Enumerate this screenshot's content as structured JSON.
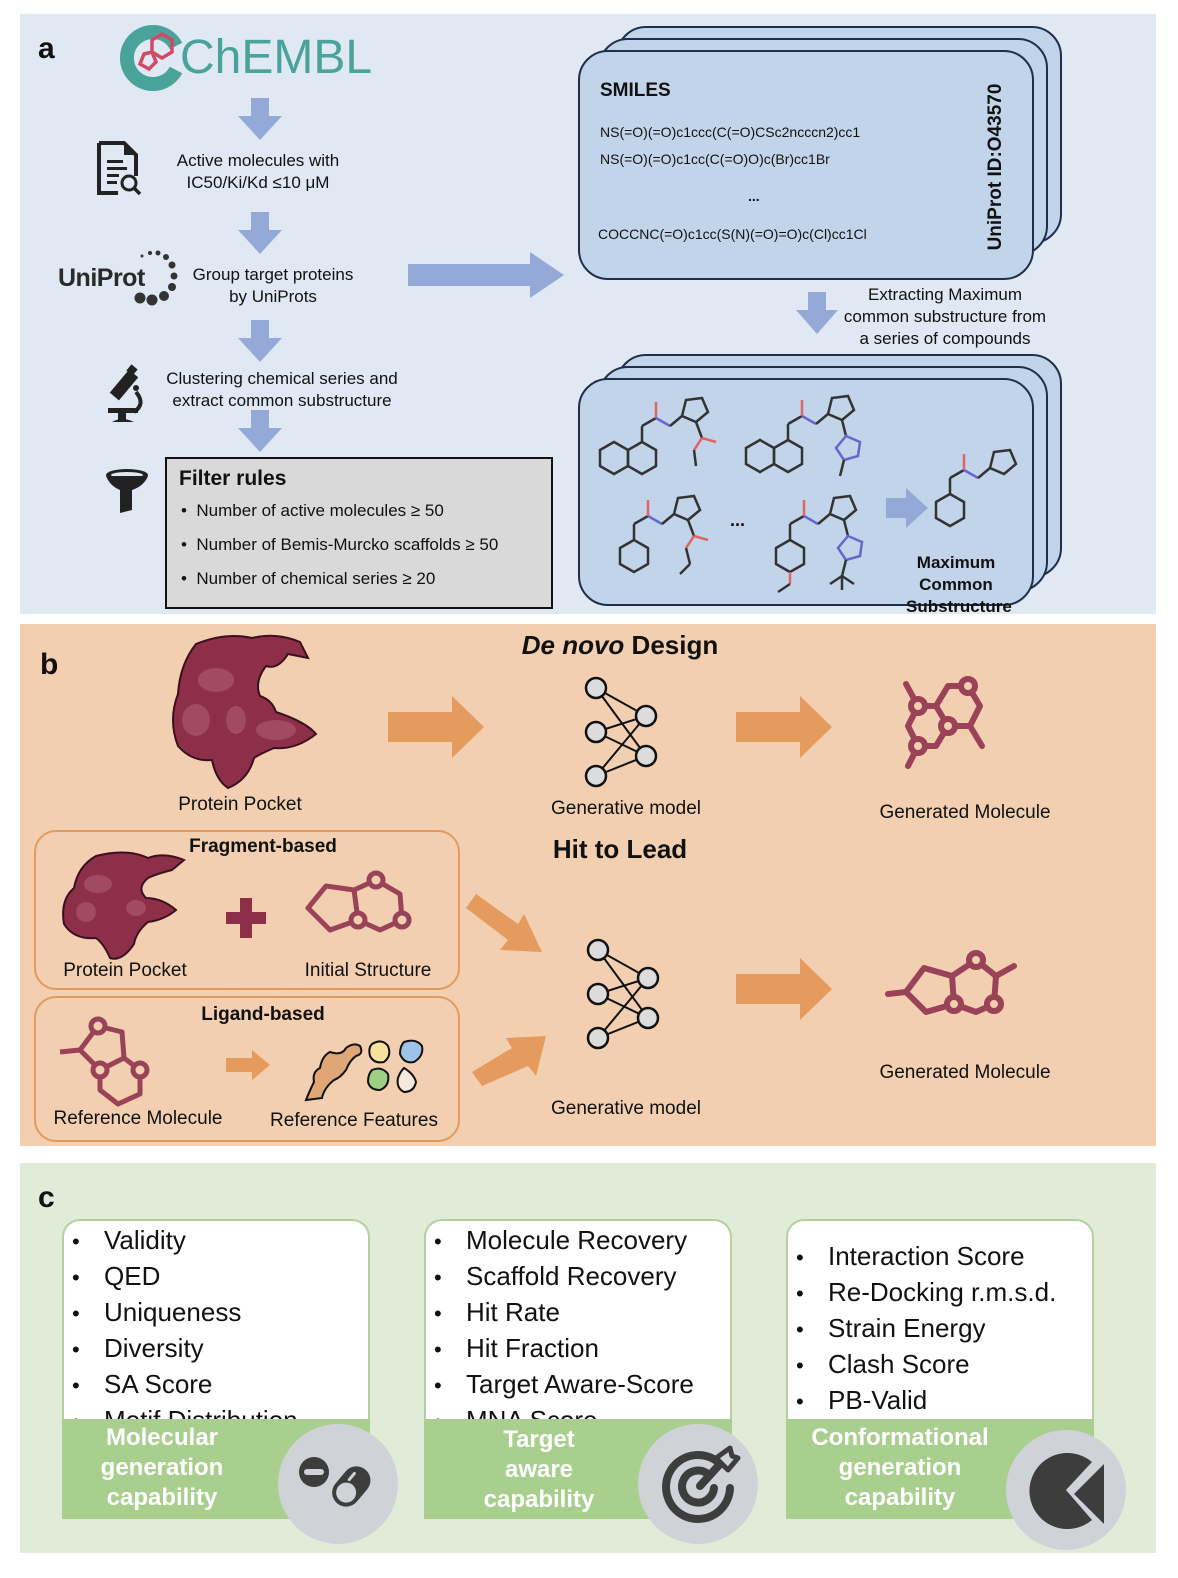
{
  "panel_a": {
    "letter": "a",
    "chembl_logo": "ChEMBL",
    "step_active": "Active molecules with\nIC50/Ki/Kd ≤10 μM",
    "uniprot_logo": "UniProt",
    "step_group": "Group target proteins\nby UniProts",
    "step_cluster": "Clustering chemical series and\nextract common substructure",
    "filter": {
      "title": "Filter rules",
      "items": [
        "Number of active molecules ≥ 50",
        "Number of Bemis-Murcko scaffolds ≥ 50",
        "Number of chemical series ≥ 20"
      ]
    },
    "smiles_card": {
      "title": "SMILES",
      "lines": [
        "NS(=O)(=O)c1ccc(C(=O)CSc2ncccn2)cc1",
        "NS(=O)(=O)c1cc(C(=O)O)c(Br)cc1Br",
        "...",
        "COCCNC(=O)c1cc(S(N)(=O)=O)c(Cl)cc1Cl"
      ],
      "uniprot_id": "UniProt ID:O43570"
    },
    "extract_label": "Extracting Maximum\ncommon substructure from\na series of compounds",
    "mcs_card": {
      "ellipsis": "...",
      "mcs_label": "Maximum\nCommon\nSubstructure"
    }
  },
  "panel_b": {
    "letter": "b",
    "de_novo_title_italic": "De novo",
    "de_novo_title_rest": " Design",
    "protein_pocket": "Protein Pocket",
    "generative_model_1": "Generative model",
    "generated_molecule_1": "Generated Molecule",
    "hit_to_lead_title": "Hit to Lead",
    "fragment_box": {
      "title": "Fragment-based",
      "protein_pocket": "Protein Pocket",
      "initial_structure": "Initial Structure"
    },
    "ligand_box": {
      "title": "Ligand-based",
      "reference_molecule": "Reference Molecule",
      "reference_features": "Reference Features"
    },
    "generative_model_2": "Generative model",
    "generated_molecule_2": "Generated Molecule"
  },
  "panel_c": {
    "letter": "c",
    "cards": [
      {
        "items": [
          "Validity",
          "QED",
          "Uniqueness",
          "Diversity",
          "SA Score",
          "Motif Distribution"
        ],
        "title": "Molecular\ngeneration\ncapability",
        "icon": "pills-icon"
      },
      {
        "items": [
          "Molecule Recovery",
          "Scaffold Recovery",
          "Hit Rate",
          "Hit Fraction",
          "Target Aware-Score",
          "MNA Score"
        ],
        "title": "Target\naware\ncapability",
        "icon": "target-icon"
      },
      {
        "items": [
          "Interaction Score",
          "Re-Docking r.m.s.d.",
          "Strain Energy",
          "Clash Score",
          "PB-Valid"
        ],
        "title": "Conformational\ngeneration\ncapability",
        "icon": "pie-icon"
      }
    ]
  },
  "colors": {
    "panel_a_bg": "#dfe8f3",
    "panel_b_bg": "#f2cfb0",
    "panel_c_bg": "#e1ecd8",
    "arrow_blue": "#94a9d8",
    "arrow_orange": "#e59a5e",
    "molecule_maroon": "#9a4257",
    "protein_maroon": "#8e2f4a",
    "chembl_teal": "#4aa39b",
    "metric_green": "#a9cf8e"
  }
}
